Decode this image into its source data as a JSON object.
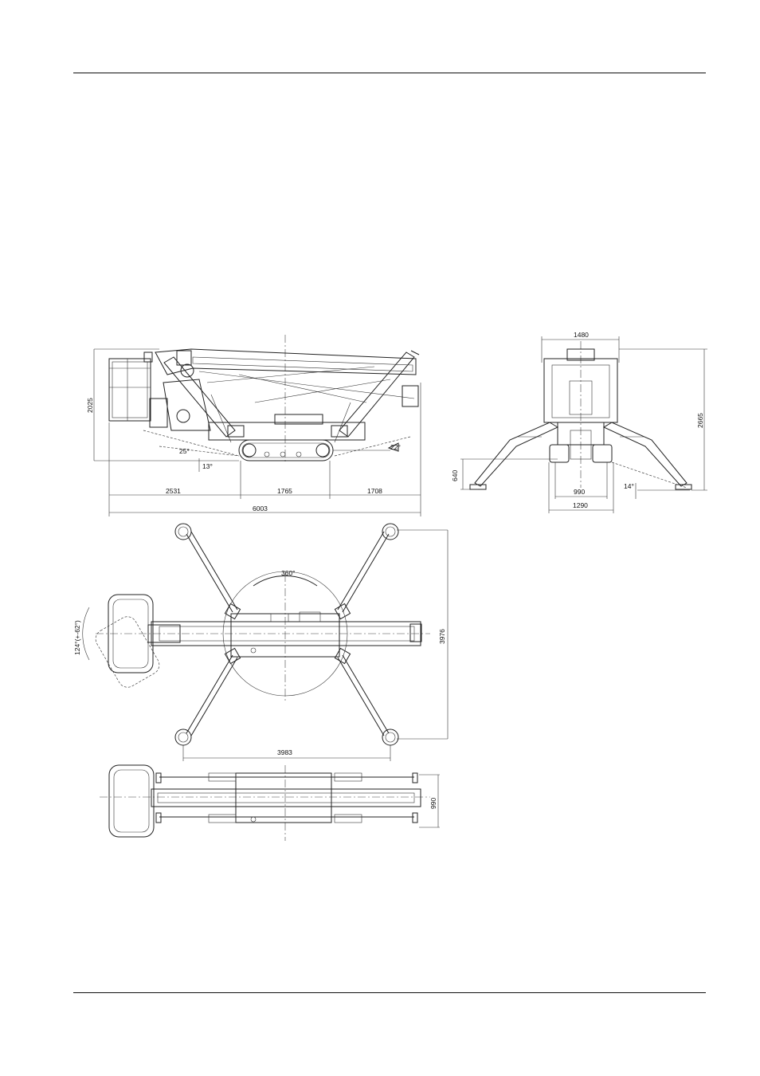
{
  "side_view": {
    "dims": {
      "height": "2025",
      "front": "2531",
      "tracks": "1765",
      "rear": "1708",
      "length": "6003"
    },
    "angles": {
      "a1": "25°",
      "a2": "13°",
      "a3": "22°"
    }
  },
  "front_view": {
    "dims": {
      "width_top": "1480",
      "height": "2665",
      "ground": "640",
      "track_inner": "990",
      "track_outer": "1290"
    },
    "angles": {
      "a1": "14°"
    }
  },
  "top_view": {
    "dims": {
      "span_length": "3983",
      "span_width": "3976"
    },
    "angles": {
      "rotation": "360°",
      "basket": "124°(+-62°)"
    }
  },
  "stowed_view": {
    "dims": {
      "width": "990"
    }
  }
}
